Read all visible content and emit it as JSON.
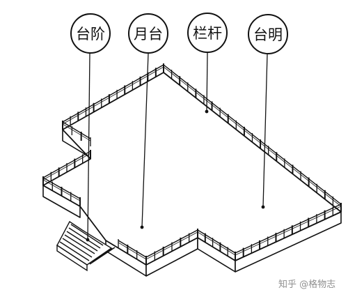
{
  "callouts": [
    {
      "id": "taijie",
      "label": "台阶"
    },
    {
      "id": "yuetai",
      "label": "月台"
    },
    {
      "id": "langan",
      "label": "栏杆"
    },
    {
      "id": "taiming",
      "label": "台明"
    }
  ],
  "watermark": "知乎 @格物志"
}
